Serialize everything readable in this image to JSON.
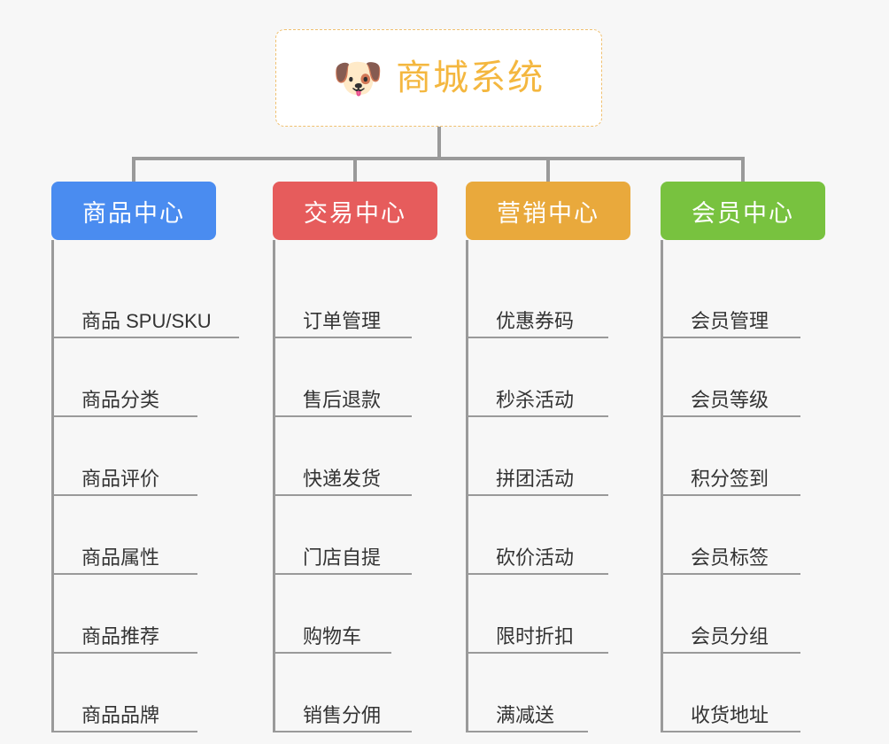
{
  "root": {
    "title": "商城系统",
    "icon": "shiba-dog-icon",
    "icon_glyph": "🐶",
    "text_color": "#f4b73f",
    "border_color": "#f0c070",
    "background": "#ffffff"
  },
  "canvas": {
    "background": "#f7f7f7",
    "connector_color": "#9a9a9a"
  },
  "branches": [
    {
      "id": "product",
      "label": "商品中心",
      "color": "#4a8cf0",
      "items": [
        "商品 SPU/SKU",
        "商品分类",
        "商品评价",
        "商品属性",
        "商品推荐",
        "商品品牌"
      ]
    },
    {
      "id": "trade",
      "label": "交易中心",
      "color": "#e65c5c",
      "items": [
        "订单管理",
        "售后退款",
        "快递发货",
        "门店自提",
        "购物车",
        "销售分佣"
      ]
    },
    {
      "id": "market",
      "label": "营销中心",
      "color": "#e9a93c",
      "items": [
        "优惠券码",
        "秒杀活动",
        "拼团活动",
        "砍价活动",
        "限时折扣",
        "满减送"
      ]
    },
    {
      "id": "member",
      "label": "会员中心",
      "color": "#78c23f",
      "items": [
        "会员管理",
        "会员等级",
        "积分签到",
        "会员标签",
        "会员分组",
        "收货地址"
      ]
    }
  ]
}
